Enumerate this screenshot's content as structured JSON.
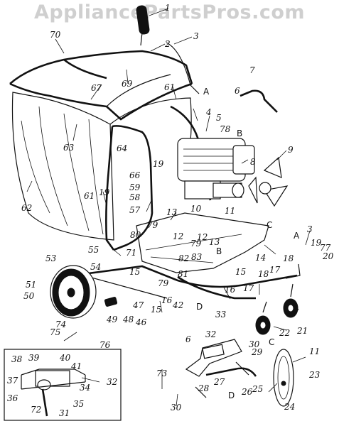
{
  "watermark": "AppliancePartsPros.com",
  "callouts": [
    {
      "id": "c1",
      "text": "1"
    },
    {
      "id": "c2",
      "text": "2"
    },
    {
      "id": "c3",
      "text": "3"
    },
    {
      "id": "c70",
      "text": "70"
    },
    {
      "id": "c7",
      "text": "7"
    },
    {
      "id": "c6",
      "text": "6"
    },
    {
      "id": "c69",
      "text": "69"
    },
    {
      "id": "c67",
      "text": "67"
    },
    {
      "id": "c61a",
      "text": "61"
    },
    {
      "id": "c4",
      "text": "4"
    },
    {
      "id": "c5",
      "text": "5"
    },
    {
      "id": "c78",
      "text": "78"
    },
    {
      "id": "c8",
      "text": "8"
    },
    {
      "id": "c9",
      "text": "9"
    },
    {
      "id": "c63",
      "text": "63"
    },
    {
      "id": "c64",
      "text": "64"
    },
    {
      "id": "c19a",
      "text": "19"
    },
    {
      "id": "c66",
      "text": "66"
    },
    {
      "id": "c59",
      "text": "59"
    },
    {
      "id": "c58",
      "text": "58"
    },
    {
      "id": "c19b",
      "text": "19"
    },
    {
      "id": "c61b",
      "text": "61"
    },
    {
      "id": "c62",
      "text": "62"
    },
    {
      "id": "c57",
      "text": "57"
    },
    {
      "id": "c10",
      "text": "10"
    },
    {
      "id": "c11a",
      "text": "11"
    },
    {
      "id": "c13a",
      "text": "13"
    },
    {
      "id": "c79a",
      "text": "79"
    },
    {
      "id": "c12a",
      "text": "12"
    },
    {
      "id": "c12b",
      "text": "12"
    },
    {
      "id": "c13b",
      "text": "13"
    },
    {
      "id": "c80",
      "text": "80"
    },
    {
      "id": "c3b",
      "text": "3"
    },
    {
      "id": "c19c",
      "text": "19"
    },
    {
      "id": "c77",
      "text": "77"
    },
    {
      "id": "c20",
      "text": "20"
    },
    {
      "id": "c55",
      "text": "55"
    },
    {
      "id": "c71",
      "text": "71"
    },
    {
      "id": "c82",
      "text": "82"
    },
    {
      "id": "c79b",
      "text": "79"
    },
    {
      "id": "c83",
      "text": "83"
    },
    {
      "id": "c14",
      "text": "14"
    },
    {
      "id": "c53",
      "text": "53"
    },
    {
      "id": "c54",
      "text": "54"
    },
    {
      "id": "c15a",
      "text": "15"
    },
    {
      "id": "c81",
      "text": "81"
    },
    {
      "id": "c15b",
      "text": "15"
    },
    {
      "id": "c18a",
      "text": "18"
    },
    {
      "id": "c18b",
      "text": "18"
    },
    {
      "id": "c17a",
      "text": "17"
    },
    {
      "id": "c17b",
      "text": "17"
    },
    {
      "id": "c51",
      "text": "51"
    },
    {
      "id": "c79c",
      "text": "79"
    },
    {
      "id": "c16a",
      "text": "16"
    },
    {
      "id": "c50",
      "text": "50"
    },
    {
      "id": "c47",
      "text": "47"
    },
    {
      "id": "c42",
      "text": "42"
    },
    {
      "id": "c16b",
      "text": "16"
    },
    {
      "id": "c33",
      "text": "33"
    },
    {
      "id": "c49",
      "text": "49"
    },
    {
      "id": "c48",
      "text": "48"
    },
    {
      "id": "c46",
      "text": "46"
    },
    {
      "id": "c15c",
      "text": "15"
    },
    {
      "id": "c74",
      "text": "74"
    },
    {
      "id": "c75",
      "text": "75"
    },
    {
      "id": "c76",
      "text": "76"
    },
    {
      "id": "c21",
      "text": "21"
    },
    {
      "id": "c22",
      "text": "22"
    },
    {
      "id": "c30a",
      "text": "30"
    },
    {
      "id": "c32a",
      "text": "32"
    },
    {
      "id": "c6b",
      "text": "6"
    },
    {
      "id": "c29",
      "text": "29"
    },
    {
      "id": "c11b",
      "text": "11"
    },
    {
      "id": "c38",
      "text": "38"
    },
    {
      "id": "c39",
      "text": "39"
    },
    {
      "id": "c40",
      "text": "40"
    },
    {
      "id": "c41",
      "text": "41"
    },
    {
      "id": "c37",
      "text": "37"
    },
    {
      "id": "c34",
      "text": "34"
    },
    {
      "id": "c32b",
      "text": "32"
    },
    {
      "id": "c36",
      "text": "36"
    },
    {
      "id": "c35",
      "text": "35"
    },
    {
      "id": "c72",
      "text": "72"
    },
    {
      "id": "c31",
      "text": "31"
    },
    {
      "id": "c73",
      "text": "73"
    },
    {
      "id": "c28",
      "text": "28"
    },
    {
      "id": "c27",
      "text": "27"
    },
    {
      "id": "c26",
      "text": "26"
    },
    {
      "id": "c25",
      "text": "25"
    },
    {
      "id": "c23",
      "text": "23"
    },
    {
      "id": "c24",
      "text": "24"
    },
    {
      "id": "c30b",
      "text": "30"
    }
  ],
  "reference_letters": [
    {
      "id": "lA1",
      "text": "A"
    },
    {
      "id": "lB1",
      "text": "B"
    },
    {
      "id": "lC1",
      "text": "C"
    },
    {
      "id": "lA2",
      "text": "A"
    },
    {
      "id": "lB2",
      "text": "B"
    },
    {
      "id": "lD1",
      "text": "D"
    },
    {
      "id": "lC2",
      "text": "C"
    },
    {
      "id": "lD2",
      "text": "D"
    }
  ]
}
